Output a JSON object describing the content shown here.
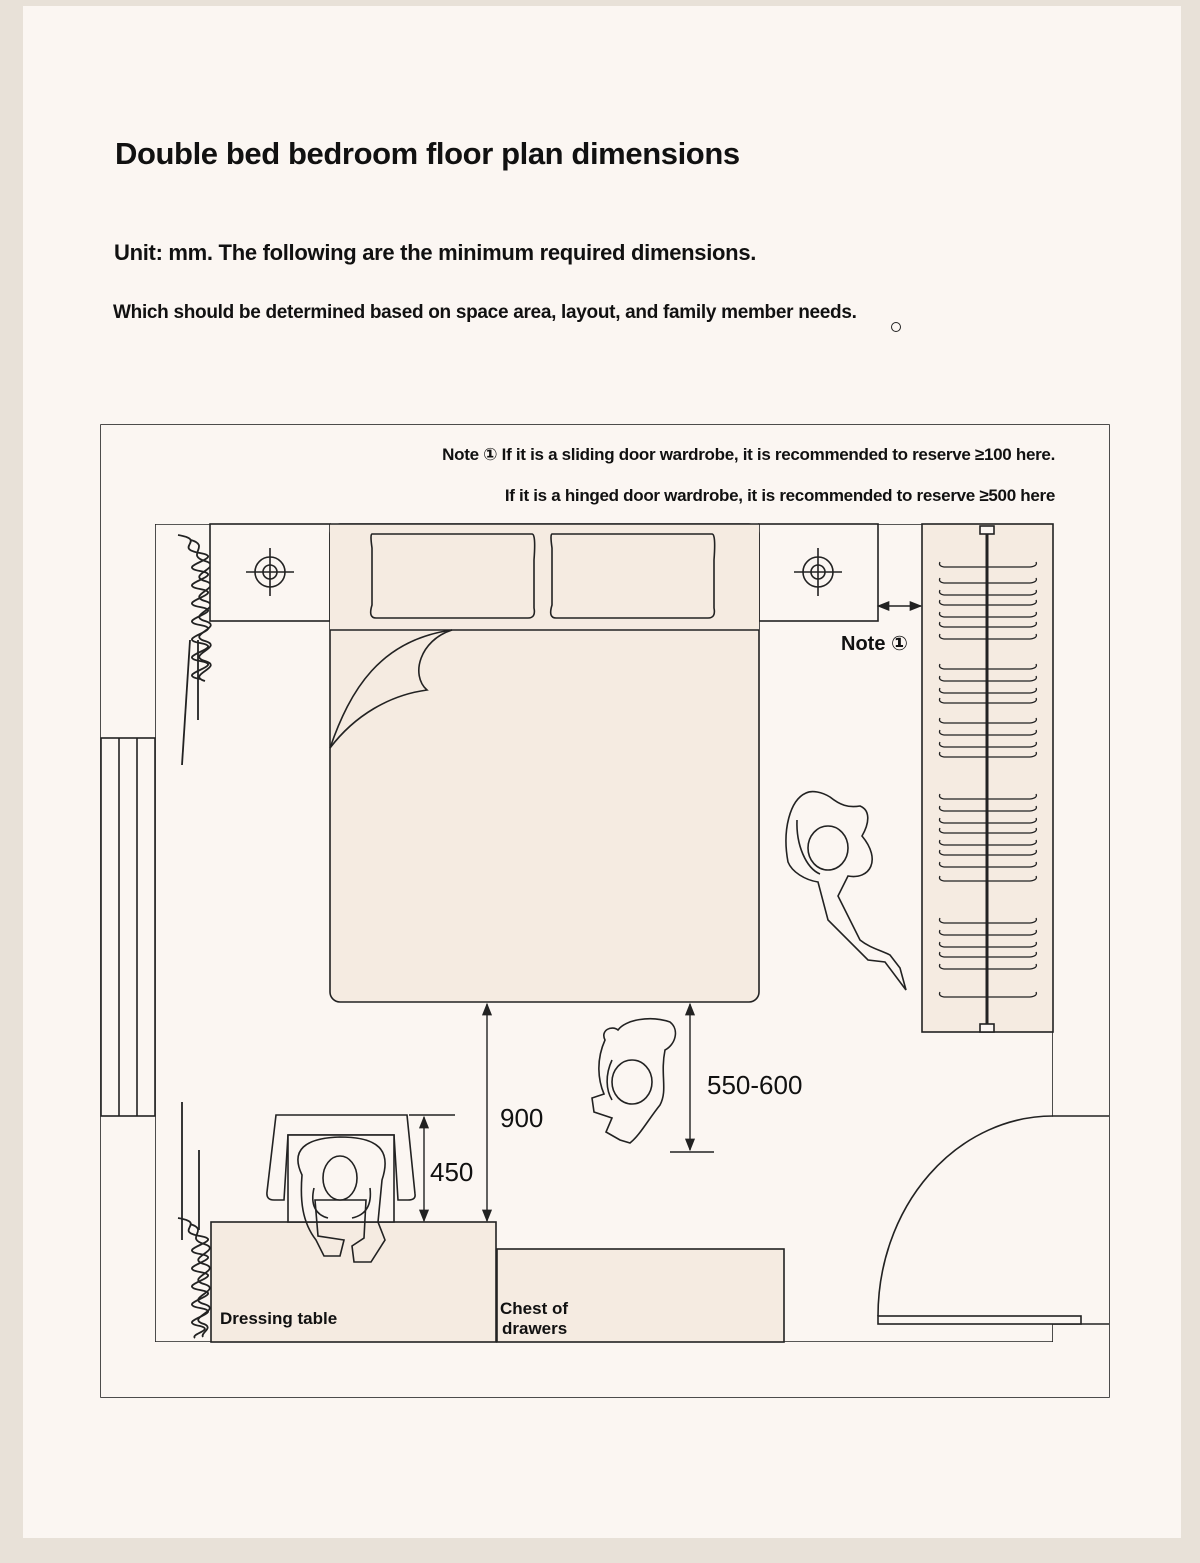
{
  "header": {
    "title": "Double bed bedroom floor plan dimensions",
    "unit_note": "Unit: mm. The following are the minimum required dimensions.",
    "detail_note": "Which should be determined based on space area, layout, and family member needs."
  },
  "plan": {
    "note_line1": "Note ① If it is a sliding door wardrobe, it is recommended to reserve ≥100 here.",
    "note_line2": "If it is a hinged door wardrobe, it is recommended to reserve ≥500 here",
    "note_marker": "Note ①",
    "dim_450": "450",
    "dim_900": "900",
    "dim_550_600": "550-600",
    "dressing_table": "Dressing table",
    "chest_line1": "Chest of",
    "chest_line2": "drawers"
  },
  "colors": {
    "page": "#fbf6f2",
    "background": "#e8e1d8",
    "furniture_fill": "#f5ebe1",
    "line": "#222222"
  }
}
